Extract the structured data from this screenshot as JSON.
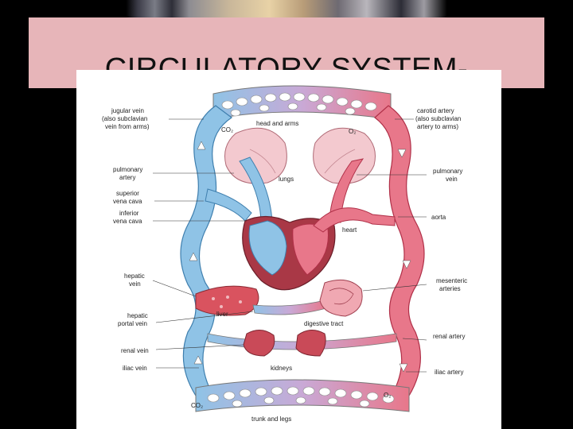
{
  "slide": {
    "title": "CIRCULATORY SYSTEM-"
  },
  "diagram": {
    "labels": {
      "jugular_vein_1": "jugular vein",
      "jugular_vein_2": "(also subclavian",
      "jugular_vein_3": "vein from arms)",
      "co2_top": "CO₂",
      "head_and_arms": "head and arms",
      "o2_top": "O₂",
      "carotid_artery_1": "carotid artery",
      "carotid_artery_2": "(also subclavian",
      "carotid_artery_3": "artery to arms)",
      "pulmonary_artery_1": "pulmonary",
      "pulmonary_artery_2": "artery",
      "lungs": "lungs",
      "pulmonary_vein_1": "pulmonary",
      "pulmonary_vein_2": "vein",
      "superior_vena_cava_1": "superior",
      "superior_vena_cava_2": "vena cava",
      "inferior_vena_cava_1": "inferior",
      "inferior_vena_cava_2": "vena cava",
      "aorta": "aorta",
      "heart": "heart",
      "hepatic_vein_1": "hepatic",
      "hepatic_vein_2": "vein",
      "mesenteric_arteries_1": "mesenteric",
      "mesenteric_arteries_2": "arteries",
      "liver": "liver",
      "hepatic_portal_vein_1": "hepatic",
      "hepatic_portal_vein_2": "portal vein",
      "digestive_tract": "digestive tract",
      "renal_vein": "renal vein",
      "renal_artery": "renal artery",
      "kidneys": "kidneys",
      "iliac_vein": "iliac vein",
      "iliac_artery": "iliac artery",
      "o2_bottom": "O₂",
      "co2_bottom": "CO₂",
      "trunk_and_legs": "trunk and legs"
    },
    "colors": {
      "vein_blue": "#8fc3e6",
      "vein_stroke": "#3f7fae",
      "artery_red": "#e8778a",
      "artery_stroke": "#b03048",
      "organ_red": "#d9535f",
      "lung_pink": "#f3c9cf",
      "title_bar": "#e7b5b9"
    }
  }
}
